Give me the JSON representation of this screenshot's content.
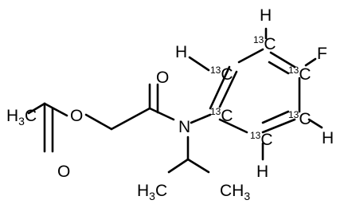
{
  "molecule": {
    "atoms": {
      "methyl_c": {
        "main": "H",
        "sub": "3",
        "tail": "C"
      },
      "ester_o": {
        "main": "O"
      },
      "carbonyl_o1": {
        "main": "O"
      },
      "carbonyl_o2": {
        "main": "O"
      },
      "amide_n": {
        "main": "N"
      },
      "fluorine": {
        "main": "F"
      },
      "isopropyl_left": {
        "main": "H",
        "sub": "3",
        "tail": "C"
      },
      "isopropyl_right": {
        "main": "CH",
        "sub": "3"
      },
      "h_top": {
        "main": "H"
      },
      "h_upper_left": {
        "main": "H"
      },
      "h_lower_right": {
        "main": "H"
      },
      "h_bottom": {
        "main": "H"
      }
    },
    "ring_carbons": [
      {
        "iso": "13",
        "el": "C"
      },
      {
        "iso": "13",
        "el": "C"
      },
      {
        "iso": "13",
        "el": "C"
      },
      {
        "iso": "13",
        "el": "C"
      },
      {
        "iso": "13",
        "el": "C"
      },
      {
        "iso": "13",
        "el": "C"
      }
    ]
  }
}
